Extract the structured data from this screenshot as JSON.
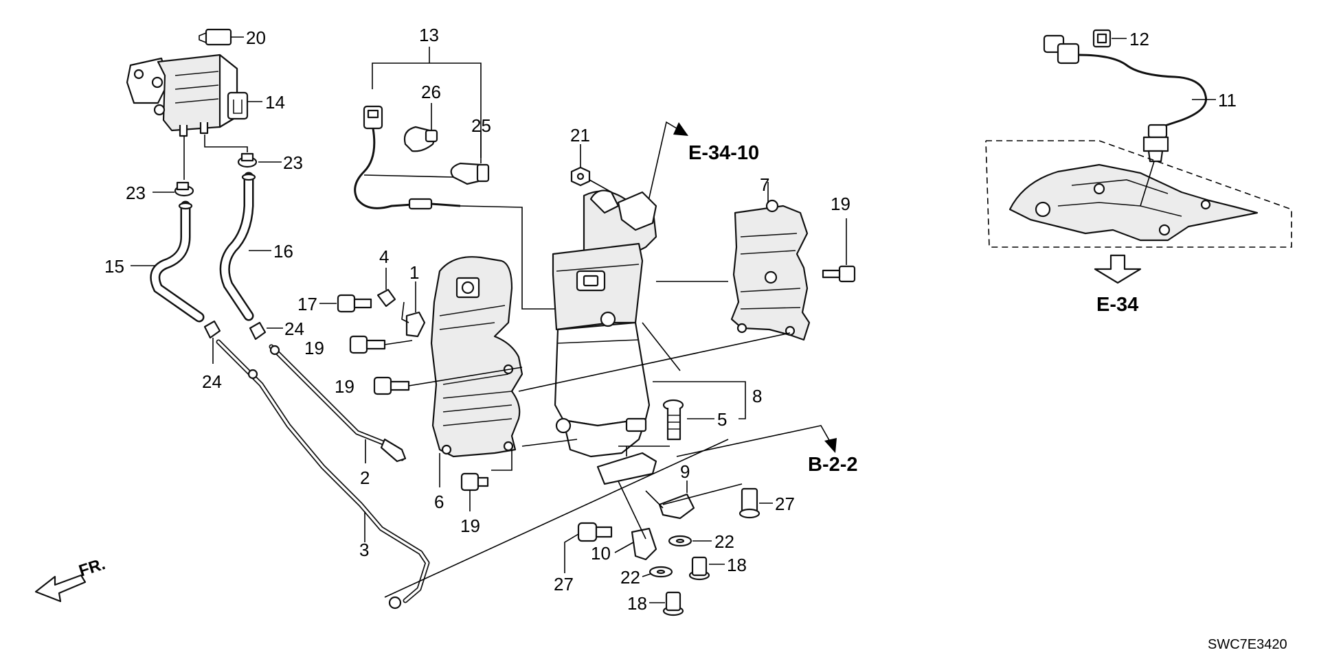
{
  "diagram_code": "SWC7E3420",
  "direction_label": "FR.",
  "references": {
    "e34_10": "E-34-10",
    "b22": "B-2-2",
    "e34": "E-34"
  },
  "callouts": {
    "c1": "1",
    "c2": "2",
    "c3": "3",
    "c4": "4",
    "c5": "5",
    "c6": "6",
    "c7": "7",
    "c8": "8",
    "c9": "9",
    "c10": "10",
    "c11": "11",
    "c12": "12",
    "c13": "13",
    "c14": "14",
    "c15": "15",
    "c16": "16",
    "c17": "17",
    "c18a": "18",
    "c18b": "18",
    "c19a": "19",
    "c19b": "19",
    "c19c": "19",
    "c19d": "19",
    "c20": "20",
    "c21": "21",
    "c22a": "22",
    "c22b": "22",
    "c23a": "23",
    "c23b": "23",
    "c24a": "24",
    "c24b": "24",
    "c25": "25",
    "c26": "26",
    "c27a": "27",
    "c27b": "27"
  }
}
